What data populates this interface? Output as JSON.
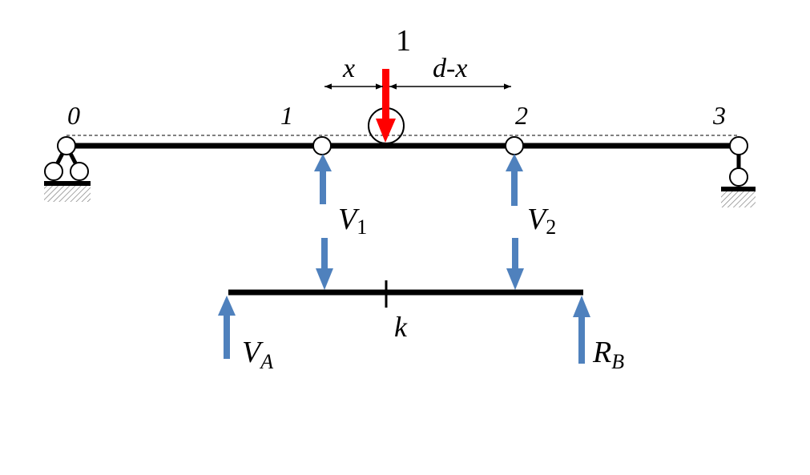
{
  "labels": {
    "node_0": "0",
    "node_1": "1",
    "node_2": "2",
    "node_3": "3",
    "load": "1",
    "dim_x": "x",
    "dim_dx": "d-x",
    "v1": {
      "main": "V",
      "sub": "1"
    },
    "v2": {
      "main": "V",
      "sub": "2"
    },
    "va": {
      "main": "V",
      "sub": "A"
    },
    "rb": {
      "main": "R",
      "sub": "B"
    },
    "k": "k"
  },
  "colors": {
    "beam": "#000000",
    "load_arrow": "#ff0000",
    "reaction_arrow": "#4f81bd",
    "hatch": "#7f7f7f"
  }
}
